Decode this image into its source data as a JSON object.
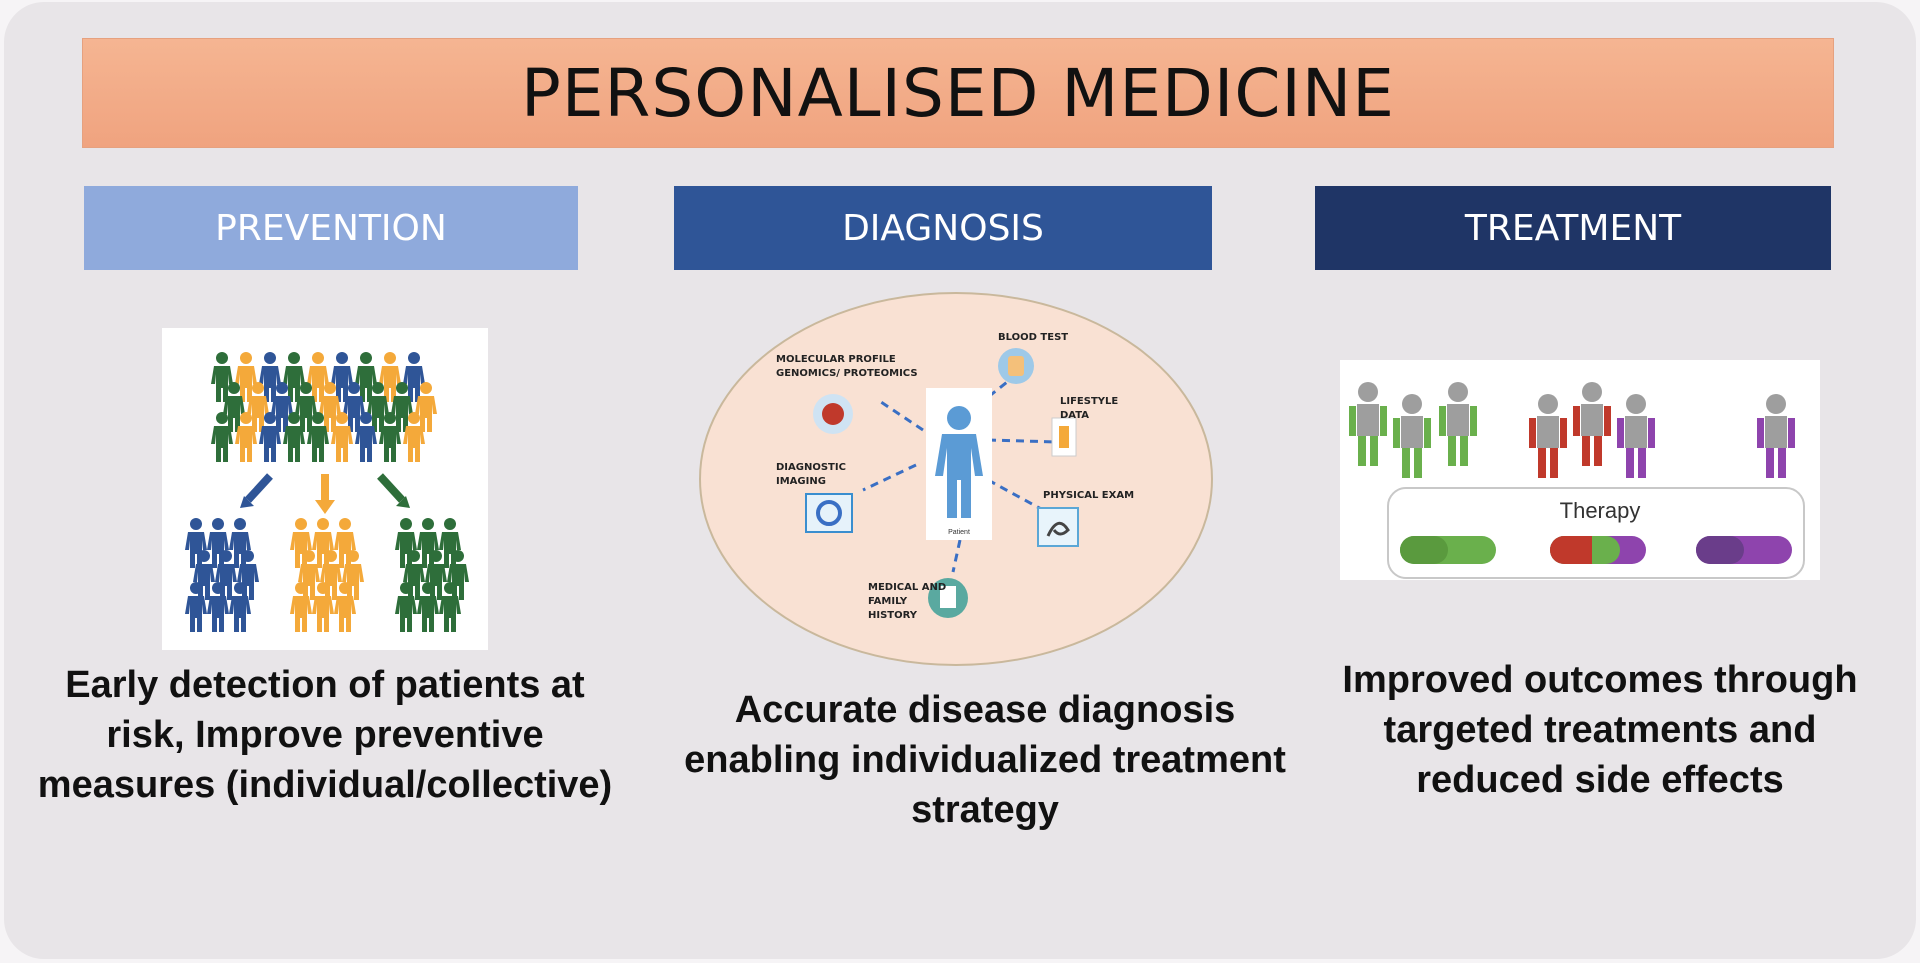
{
  "title": "PERSONALISED MEDICINE",
  "columns": [
    {
      "header": "PREVENTION",
      "description": "Early detection of patients at risk, Improve preventive measures (individual/collective)"
    },
    {
      "header": "DIAGNOSIS",
      "description": "Accurate disease diagnosis enabling individualized treatment strategy"
    },
    {
      "header": "TREATMENT",
      "description": "Improved outcomes through targeted treatments and reduced side effects"
    }
  ],
  "diagnosis_figure": {
    "center_label": "Patient",
    "nodes": [
      "BLOOD TEST",
      "MOLECULAR PROFILE",
      "GENOMICS/ PROTEOMICS",
      "LIFESTYLE",
      "DATA",
      "DIAGNOSTIC",
      "IMAGING",
      "PHYSICAL EXAM",
      "MEDICAL AND",
      "FAMILY",
      "HISTORY"
    ]
  },
  "treatment_figure": {
    "therapy_label": "Therapy"
  },
  "colors": {
    "title_bg": "#f0a37f",
    "prevention_header": "#8faadc",
    "diagnosis_header": "#2f5597",
    "treatment_header": "#1f3566",
    "people_blue": "#2f5597",
    "people_orange": "#f4a93a",
    "people_green": "#2e6e3a",
    "therapy_green": "#6ab04c",
    "therapy_red": "#c0392b",
    "therapy_purple": "#8e44ad"
  }
}
